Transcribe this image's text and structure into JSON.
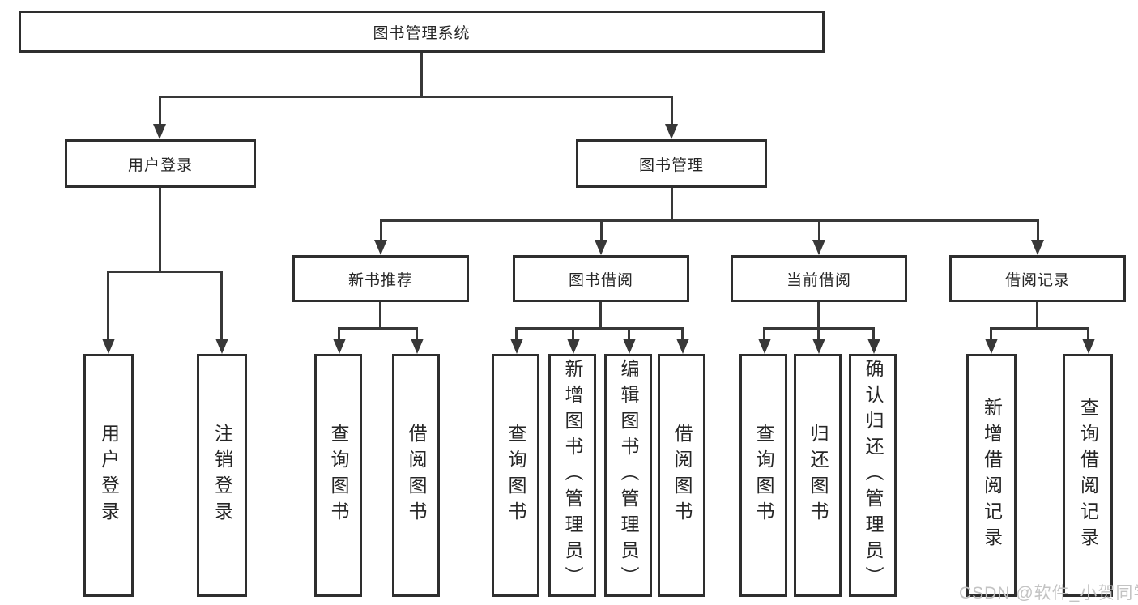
{
  "diagram": {
    "root": "图书管理系统",
    "level2": {
      "login": "用户登录",
      "book_mgmt": "图书管理"
    },
    "level3": {
      "recommend": "新书推荐",
      "borrow": "图书借阅",
      "current": "当前借阅",
      "records": "借阅记录"
    },
    "leaves": {
      "login": [
        "用户登录",
        "注销登录"
      ],
      "recommend": [
        "查询图书",
        "借阅图书"
      ],
      "borrow": [
        "查询图书",
        "新增图书（管理员）",
        "编辑图书（管理员）",
        "借阅图书"
      ],
      "current": [
        "查询图书",
        "归还图书",
        "确认归还（管理员）"
      ],
      "records": [
        "新增借阅记录",
        "查询借阅记录"
      ]
    },
    "colors": {
      "line": "#383838",
      "box_border": "#2e2e2e",
      "text": "#262626",
      "background": "#ffffff",
      "watermark": "#c3c3c3"
    }
  },
  "watermark": {
    "text": "CSDN @软件_小贺同学"
  }
}
